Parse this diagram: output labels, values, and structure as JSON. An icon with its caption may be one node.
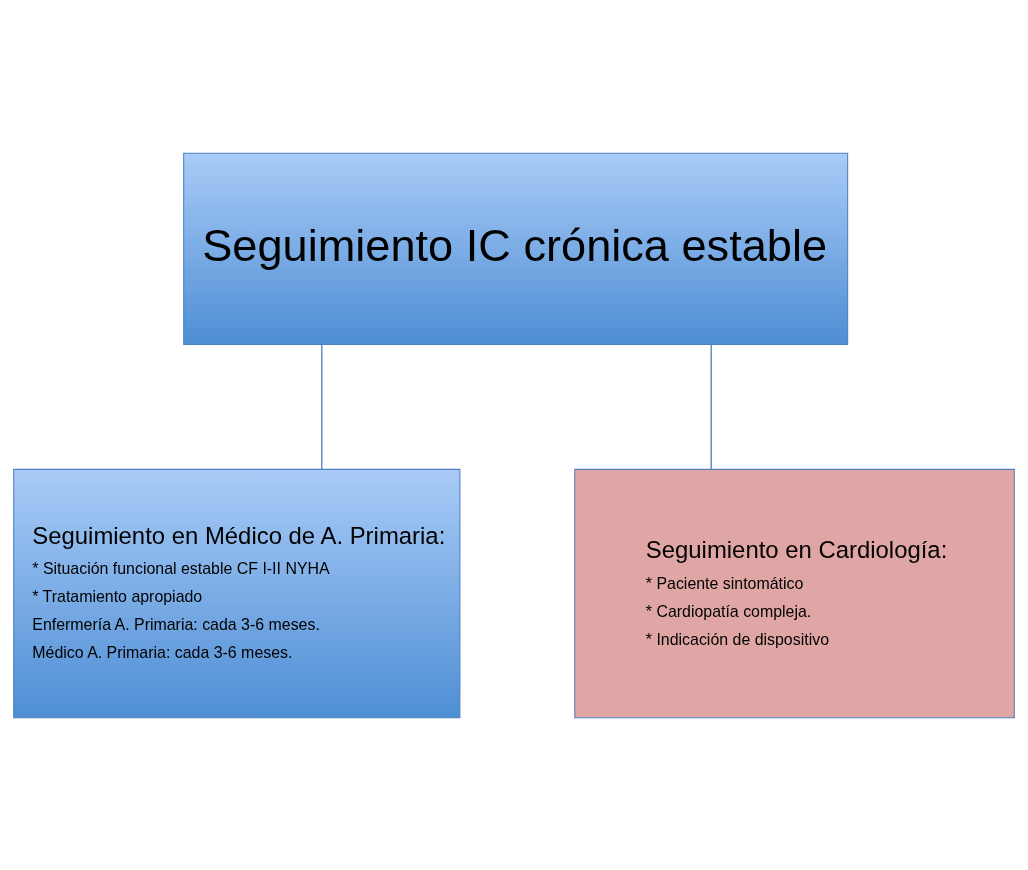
{
  "diagram": {
    "nodes": [
      {
        "text": [
          "Seguimiento IC crónica estable"
        ]
      },
      {
        "text": [
          "Seguimiento en Médico de A. Primaria:",
          "* Situación funcional estable CF I-II NYHA",
          "* Tratamiento apropiado",
          "Enfermería A. Primaria: cada 3-6 meses.",
          "Médico A. Primaria: cada 3-6 meses."
        ]
      },
      {
        "text": [
          "Seguimiento en Cardiología:",
          "* Paciente sintomático",
          "* Cardiopatía compleja.",
          "* Indicación de dispositivo"
        ]
      }
    ],
    "edges": [
      {
        "from": 0,
        "to": 1,
        "arrow": "none"
      },
      {
        "from": 0,
        "to": 2,
        "arrow": "none"
      }
    ]
  }
}
